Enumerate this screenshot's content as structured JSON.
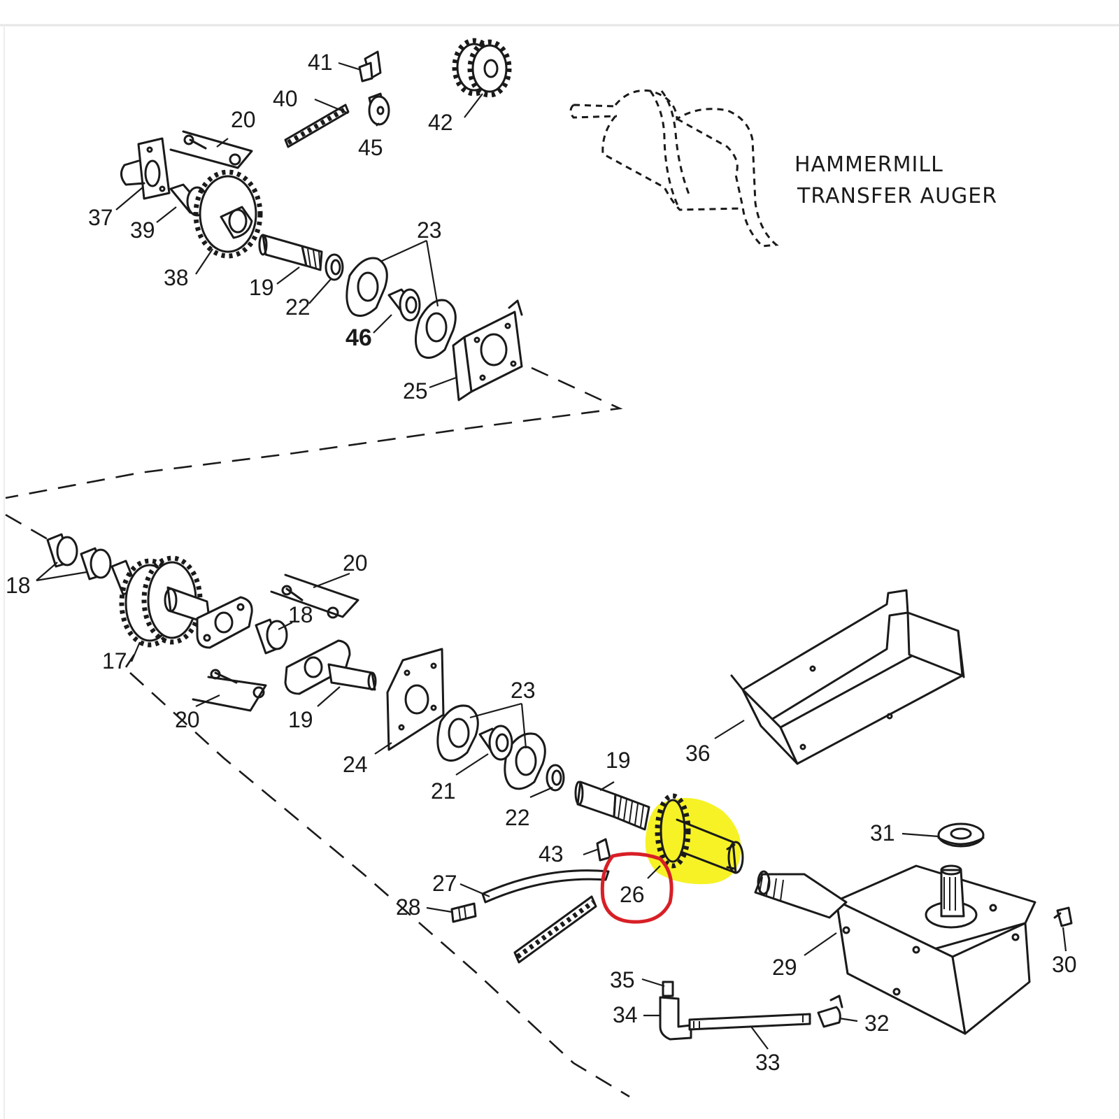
{
  "title_lines": [
    "HAMMERMILL",
    "TRANSFER AUGER"
  ],
  "colors": {
    "highlight": "#f5f000",
    "circle": "#d81f26",
    "ink": "#1a1a1a",
    "background": "#ffffff"
  },
  "labels": {
    "p41": "41",
    "p40": "40",
    "p42": "42",
    "p45": "45",
    "p20a": "20",
    "p37": "37",
    "p39": "39",
    "p38": "38",
    "p19a": "19",
    "p22a": "22",
    "p23a": "23",
    "p46": "46",
    "p25": "25",
    "p18a": "18",
    "p20b": "20",
    "p18b": "18",
    "p17": "17",
    "p20c": "20",
    "p19b": "19",
    "p24": "24",
    "p23b": "23",
    "p21": "21",
    "p22b": "22",
    "p19c": "19",
    "p36": "36",
    "p43": "43",
    "p27": "27",
    "p28": "28",
    "p26": "26",
    "p31": "31",
    "p29": "29",
    "p30": "30",
    "p35": "35",
    "p34": "34",
    "p32": "32",
    "p33": "33"
  }
}
